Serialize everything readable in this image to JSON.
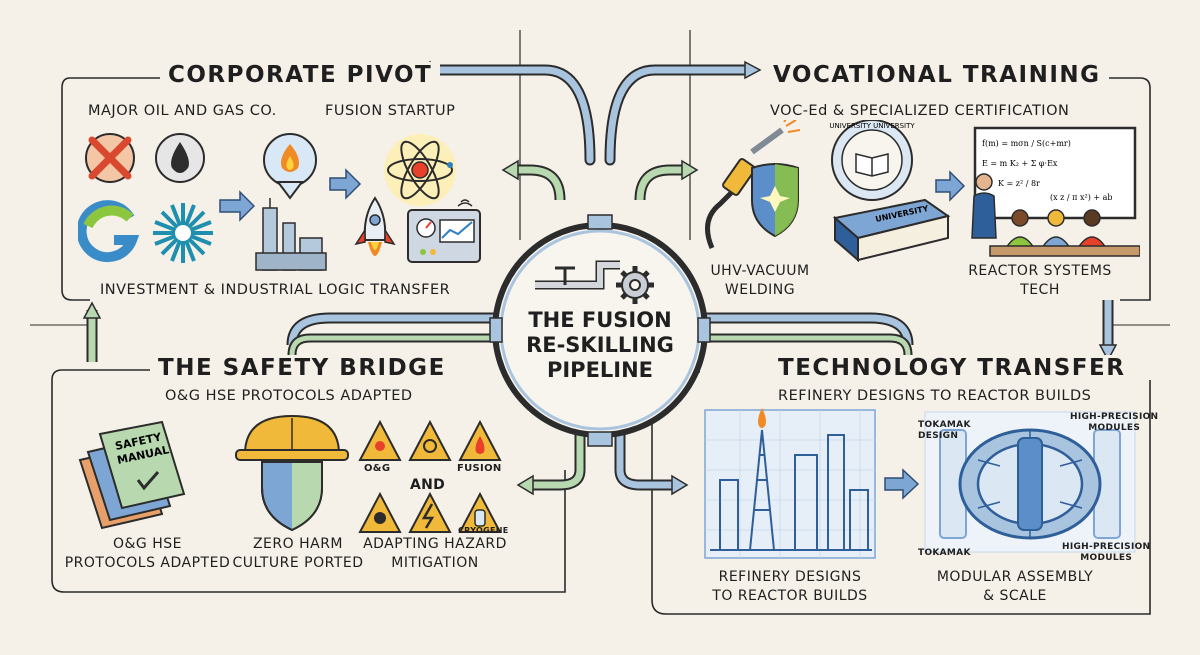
{
  "center": {
    "line1": "THE FUSION",
    "line2": "RE-SKILLING",
    "line3": "PIPELINE"
  },
  "corporate_pivot": {
    "title": "CORPORATE PIVOT",
    "left_label": "MAJOR OIL AND GAS CO.",
    "right_label": "FUSION STARTUP",
    "caption": "INVESTMENT & INDUSTRIAL LOGIC TRANSFER"
  },
  "vocational_training": {
    "title": "VOCATIONAL TRAINING",
    "subtitle": "VOC-Ed & SPECIALIZED CERTIFICATION",
    "welding_line1": "UHV-VACUUM",
    "welding_line2": "WELDING",
    "tech_line1": "REACTOR SYSTEMS",
    "tech_line2": "TECH",
    "seal_text": "UNIVERSITY UNIVERSITY",
    "book_text": "UNIVERSITY",
    "board_formula1": "f(m) = mσn / S(c+mr)",
    "board_formula2": "E = m K₂ + Σ φ·Ex",
    "board_formula3": "K = z² / 8r",
    "board_formula4": "(x z / π x²) + ab"
  },
  "safety_bridge": {
    "title": "THE SAFETY BRIDGE",
    "subtitle": "O&G HSE PROTOCOLS ADAPTED",
    "manual_text1": "SAFETY",
    "manual_text2": "MANUAL",
    "cap1_line1": "O&G HSE",
    "cap1_line2": "PROTOCOLS ADAPTED",
    "cap2_line1": "ZERO HARM",
    "cap2_line2": "CULTURE PORTED",
    "cap3_line1": "ADAPTING HAZARD",
    "cap3_line2": "MITIGATION",
    "sign_og": "O&G",
    "sign_and": "AND",
    "sign_fusion": "FUSION",
    "sign_cryogene": "CRYOGENE"
  },
  "technology_transfer": {
    "title": "TECHNOLOGY TRANSFER",
    "subtitle": "REFINERY DESIGNS TO REACTOR BUILDS",
    "cap1_line1": "REFINERY DESIGNS",
    "cap1_line2": "TO REACTOR BUILDS",
    "cap2_line1": "MODULAR ASSEMBLY",
    "cap2_line2": "& SCALE",
    "tokamak_design_line1": "TOKAMAK",
    "tokamak_design_line2": "DESIGN",
    "hp_modules_line1": "HIGH-PRECISION",
    "hp_modules_line2": "MODULES",
    "tokamak_label": "TOKAMAK",
    "hp_modules_bottom_line1": "HIGH-PRECISION",
    "hp_modules_bottom_line2": "MODULES"
  },
  "colors": {
    "pipe_blue": "#a9c4de",
    "pipe_green": "#b8d9b0",
    "arrow_blue": "#5d8fc4",
    "flame": "#f08a24",
    "gold": "#f1b93a"
  }
}
